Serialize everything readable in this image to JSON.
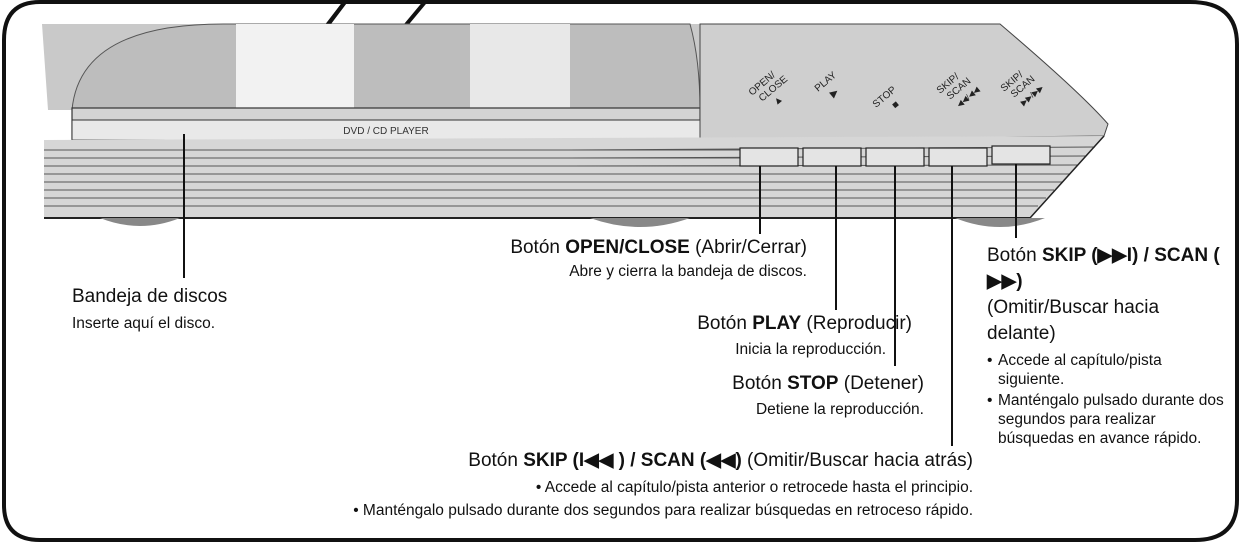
{
  "device": {
    "front_label": "DVD / CD PLAYER",
    "buttons": [
      {
        "key": "open_close",
        "lines": [
          "OPEN/",
          "CLOSE"
        ],
        "symbol": "▲"
      },
      {
        "key": "play",
        "lines": [
          "PLAY"
        ],
        "symbol": "▶"
      },
      {
        "key": "stop",
        "lines": [
          "STOP"
        ],
        "symbol": "■"
      },
      {
        "key": "skip_back",
        "lines": [
          "SKIP/",
          "SCAN"
        ],
        "symbol": "◀◀/◀◀"
      },
      {
        "key": "skip_fwd",
        "lines": [
          "SKIP/",
          "SCAN"
        ],
        "symbol": "▶▶/▶▶"
      }
    ]
  },
  "callouts": {
    "tray": {
      "title": "Bandeja de discos",
      "desc": "Inserte aquí el disco."
    },
    "open_close": {
      "prefix": "Botón ",
      "bold": "OPEN/CLOSE",
      "suffix": " (Abrir/Cerrar)",
      "desc": "Abre y cierra la bandeja de discos."
    },
    "play": {
      "prefix": "Botón ",
      "bold": "PLAY",
      "suffix": " (Reproducir)",
      "desc": "Inicia la reproducción."
    },
    "stop": {
      "prefix": "Botón ",
      "bold": "STOP",
      "suffix": " (Detener)",
      "desc": "Detiene la reproducción."
    },
    "skip_back": {
      "prefix": "Botón ",
      "bold": "SKIP (I◀◀ ) / SCAN (◀◀)",
      "suffix": " (Omitir/Buscar hacia atrás)",
      "bullets": [
        "Accede al capítulo/pista anterior o retrocede hasta el principio.",
        "Manténgalo pulsado durante dos segundos para realizar búsquedas en retroceso rápido."
      ]
    },
    "skip_fwd": {
      "prefix": "Botón ",
      "bold": "SKIP (▶▶I) / SCAN ( ▶▶)",
      "suffix": "(Omitir/Buscar hacia delante)",
      "bullets": [
        "Accede al capítulo/pista siguiente.",
        "Manténgalo pulsado durante dos segundos para realizar búsquedas en avance rápido."
      ]
    }
  }
}
